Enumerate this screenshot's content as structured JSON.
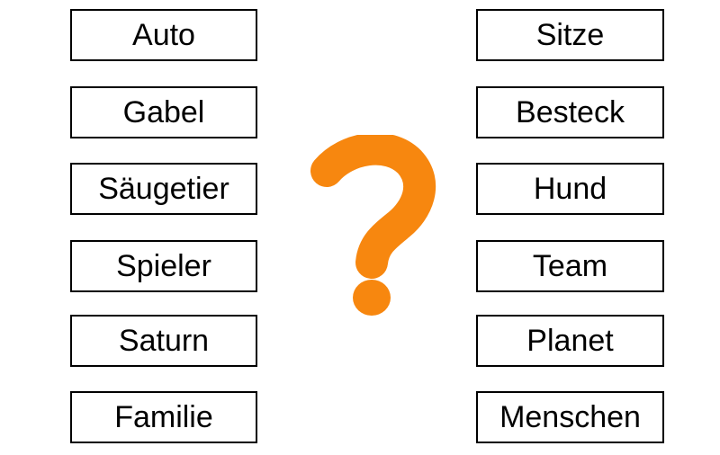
{
  "left_words": [
    {
      "label": "Auto"
    },
    {
      "label": "Gabel"
    },
    {
      "label": "Säugetier"
    },
    {
      "label": "Spieler"
    },
    {
      "label": "Saturn"
    },
    {
      "label": "Familie"
    }
  ],
  "right_words": [
    {
      "label": "Sitze"
    },
    {
      "label": "Besteck"
    },
    {
      "label": "Hund"
    },
    {
      "label": "Team"
    },
    {
      "label": "Planet"
    },
    {
      "label": "Menschen"
    }
  ],
  "question_mark": {
    "icon": "question-mark-icon",
    "color": "#F7870F"
  }
}
